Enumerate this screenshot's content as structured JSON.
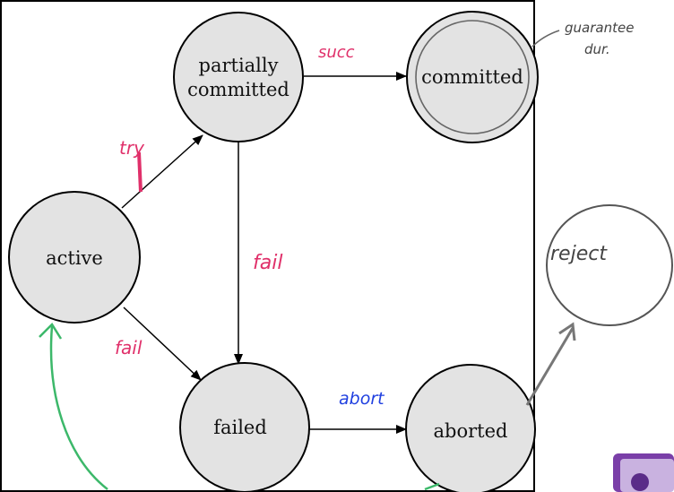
{
  "diagram": {
    "states": {
      "active": "active",
      "partially_committed_line1": "partially",
      "partially_committed_line2": "committed",
      "committed": "committed",
      "failed": "failed",
      "aborted": "aborted"
    },
    "annotations": {
      "try": "try",
      "succ": "succ",
      "fail_down": "fail",
      "fail_left": "fail",
      "abort": "abort",
      "guarantee_line1": "guarantee",
      "guarantee_line2": "dur.",
      "reject": "reject"
    },
    "colors": {
      "state_fill": "#e3e3e3",
      "stroke": "#000000",
      "annotation_red": "#e0306a",
      "annotation_blue": "#2040e0",
      "annotation_green": "#3cb86a",
      "annotation_gray": "#666666"
    }
  }
}
